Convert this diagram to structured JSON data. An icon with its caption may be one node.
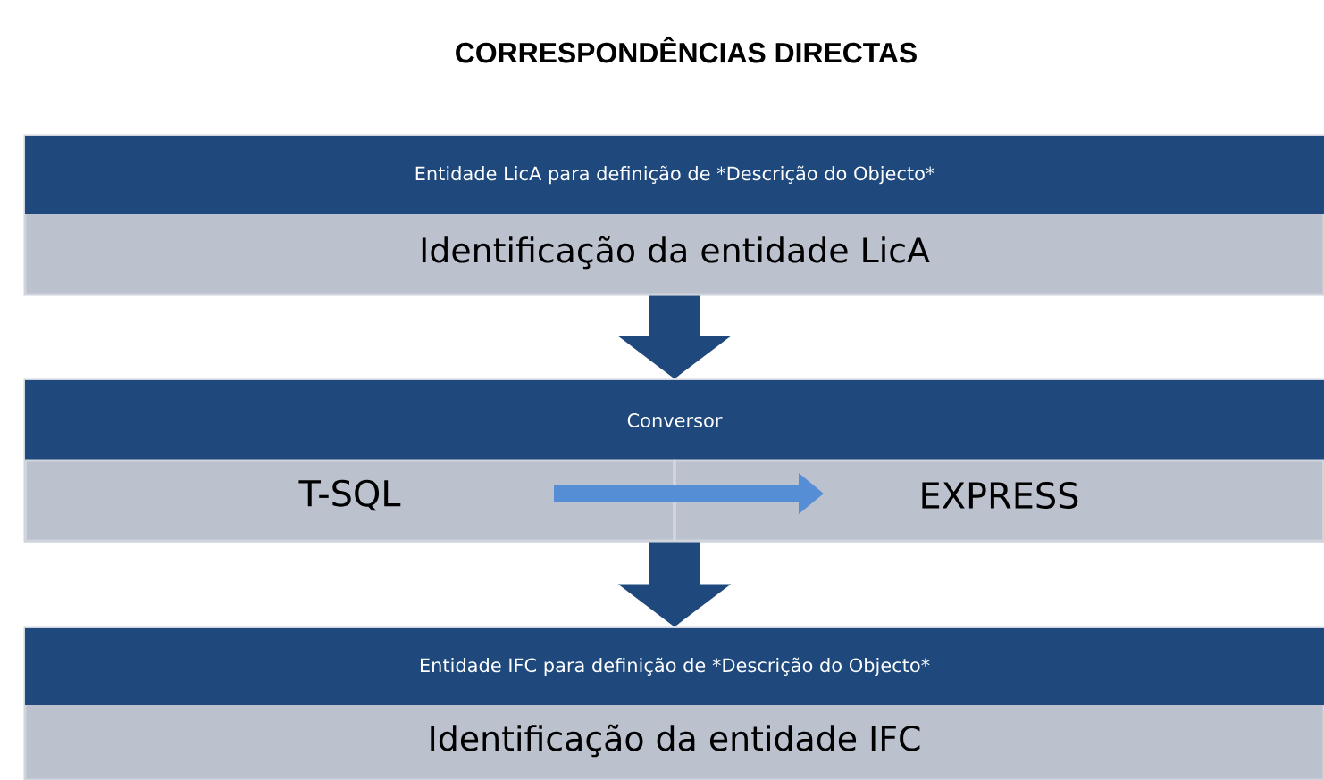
{
  "diagram": {
    "title": "CORRESPONDÊNCIAS DIRECTAS",
    "nodes": [
      {
        "text": [
          "Entidade LicA para definição de *Descrição do Objecto*",
          "Identificação da entidade LicA"
        ]
      },
      {
        "text": [
          "Conversor"
        ]
      },
      {
        "text": [
          "T-SQL"
        ],
        "in": 1
      },
      {
        "text": [
          "EXPRESS"
        ],
        "in": 1
      },
      {
        "text": [
          "Entidade IFC para definição de *Descrição do Objecto*",
          "Identificação da entidade IFC"
        ]
      }
    ],
    "edges": [
      {
        "from": 0,
        "to": 1,
        "arrow": "to"
      },
      {
        "from": 2,
        "to": 3,
        "arrow": "to",
        "color": "#558ed5"
      },
      {
        "from": 1,
        "to": 4,
        "arrow": "to"
      }
    ]
  }
}
